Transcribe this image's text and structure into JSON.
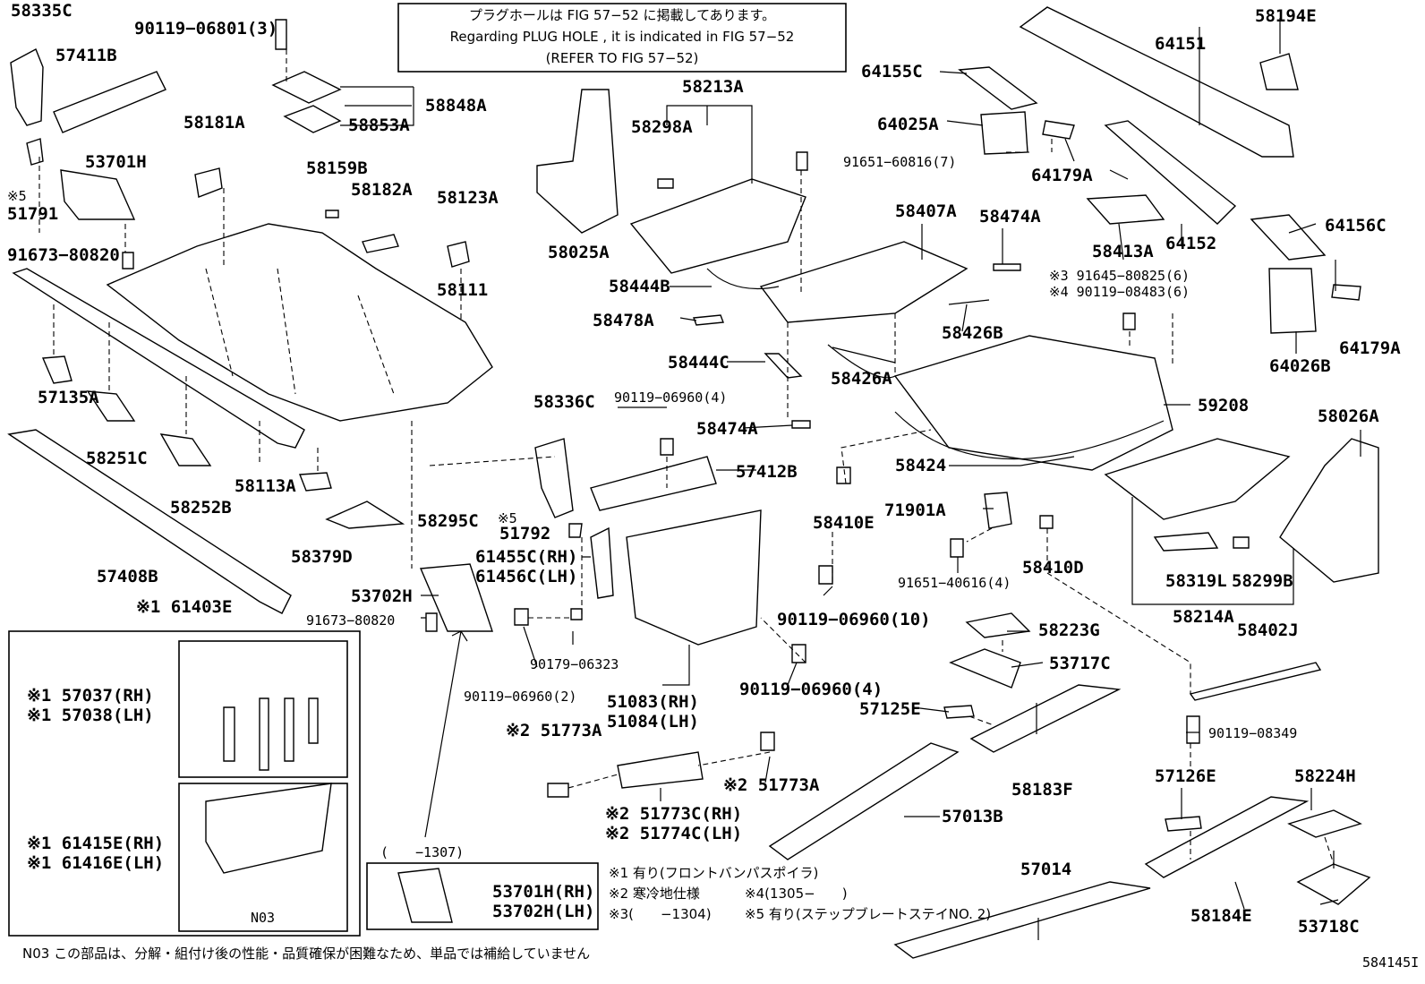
{
  "diagram_id": "584145I",
  "notice": {
    "line1": "プラグホールは FIG 57−52 に掲載してあります。",
    "line2": "Regarding PLUG HOLE , it is indicated in FIG 57−52",
    "line3": "(REFER TO FIG 57−52)"
  },
  "labels": {
    "p58335C": "58335C",
    "p90119_06801": "90119−06801(3)",
    "p57411B": "57411B",
    "p58848A": "58848A",
    "p58853A": "58853A",
    "p58181A": "58181A",
    "p53701H": "53701H",
    "note5_a": "※5",
    "p51791": "51791",
    "p58159B": "58159B",
    "p58182A": "58182A",
    "p58123A": "58123A",
    "p91673_a": "91673−80820",
    "p58111": "58111",
    "p57135A": "57135A",
    "p58251C": "58251C",
    "p58252B": "58252B",
    "p58113A": "58113A",
    "p58379D": "58379D",
    "p58295C": "58295C",
    "p57408B": "57408B",
    "p61403E": "※1 61403E",
    "p58025A": "58025A",
    "p58213A": "58213A",
    "p58298A": "58298A",
    "p91651_60816": "91651−60816(7)",
    "p58407A": "58407A",
    "p58474A_a": "58474A",
    "p58444B": "58444B",
    "p58478A": "58478A",
    "p58426B": "58426B",
    "p58444C": "58444C",
    "p58426A": "58426A",
    "p58474A_b": "58474A",
    "p58336C": "58336C",
    "p90119_06960_4a": "90119−06960(4)",
    "p57412B": "57412B",
    "note5_b": "※5",
    "p51792": "51792",
    "p61455C": "61455C(RH)",
    "p61456C": "61456C(LH)",
    "p53702H": "53702H",
    "p91673_b": "91673−80820",
    "p90119_06960_10": "90119−06960(10)",
    "p90179_06323": "90179−06323",
    "p90119_06960_2": "90119−06960(2)",
    "p51083": "51083(RH)",
    "p51084": "51084(LH)",
    "p90119_06960_4b": "90119−06960(4)",
    "p51773A_a": "※2 51773A",
    "p51773A_b": "※2 51773A",
    "p51773C": "※2 51773C(RH)",
    "p51774C": "※2 51774C(LH)",
    "p64151": "64151",
    "p58194E": "58194E",
    "p64155C": "64155C",
    "p64025A": "64025A",
    "p64179A_a": "64179A",
    "p58413A": "58413A",
    "p64152": "64152",
    "p64156C": "64156C",
    "p91645": "※3 91645−80825(6)",
    "p90119_08483": "※4 90119−08483(6)",
    "p64026B": "64026B",
    "p64179A_b": "64179A",
    "p59208": "59208",
    "p58424": "58424",
    "p58410E": "58410E",
    "p71901A": "71901A",
    "p91651_40616": "91651−40616(4)",
    "p58410D": "58410D",
    "p58026A": "58026A",
    "p58319L": "58319L",
    "p58299B": "58299B",
    "p58214A": "58214A",
    "p58223G": "58223G",
    "p53717C": "53717C",
    "p57125E": "57125E",
    "p58402J": "58402J",
    "p90119_08349": "90119−08349",
    "p58183F": "58183F",
    "p57013B": "57013B",
    "p57126E": "57126E",
    "p58224H": "58224H",
    "p57014": "57014",
    "p58184E": "58184E",
    "p53718C": "53718C",
    "p57037": "※1 57037(RH)",
    "p57038": "※1 57038(LH)",
    "p61415E": "※1 61415E(RH)",
    "p61416E": "※1 61416E(LH)",
    "n03": "N03",
    "range_1307": "(　　−1307)",
    "p53701H_RH": "53701H(RH)",
    "p53702H_LH": "53702H(LH)"
  },
  "legend": {
    "n1": "※1 有り(フロントバンパスポイラ)",
    "n2": "※2 寒冷地仕様",
    "n3": "※3(　　−1304)",
    "n4": "※4(1305−　　)",
    "n5": "※5 有り(ステップブレートステイNO. 2)"
  },
  "footer": "N03 この部品は、分解・組付け後の性能・品質確保が困難なため、単品では補給していません"
}
